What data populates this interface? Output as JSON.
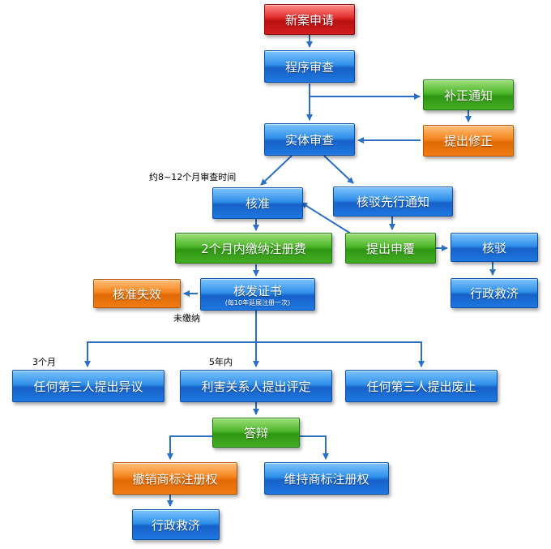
{
  "nodes": {
    "new_application": "新案申请",
    "formality_review": "程序审查",
    "correction_notice": "补正通知",
    "submit_correction": "提出修正",
    "substantive_review": "实体审查",
    "approved": "核准",
    "pre_rejection_notice": "核驳先行通知",
    "pay_registration_fee": "2个月内缴纳注册费",
    "file_reexamination": "提出申覆",
    "rejection": "核驳",
    "administrative_remedy_1": "行政救济",
    "approval_lapsed": "核准失效",
    "issue_certificate": "核发证书",
    "issue_certificate_sub": "(每10年延展注册一次)",
    "third_party_opposition": "任何第三人提出异议",
    "interested_party_invalidation": "利害关系人提出评定",
    "third_party_cancellation": "任何第三人提出废止",
    "defense": "答辩",
    "revoke_registration": "撤销商标注册权",
    "maintain_registration": "维持商标注册权",
    "administrative_remedy_2": "行政救济"
  },
  "notes": {
    "review_time": "约8~12个月审查时间",
    "unpaid": "未缴纳",
    "three_months": "3个月",
    "within_five_years": "5年内"
  },
  "colors": {
    "blue": "#1e78e0",
    "green": "#45ad23",
    "orange": "#f07c14",
    "red": "#d21e1e",
    "connector": "#2a6fc4"
  }
}
